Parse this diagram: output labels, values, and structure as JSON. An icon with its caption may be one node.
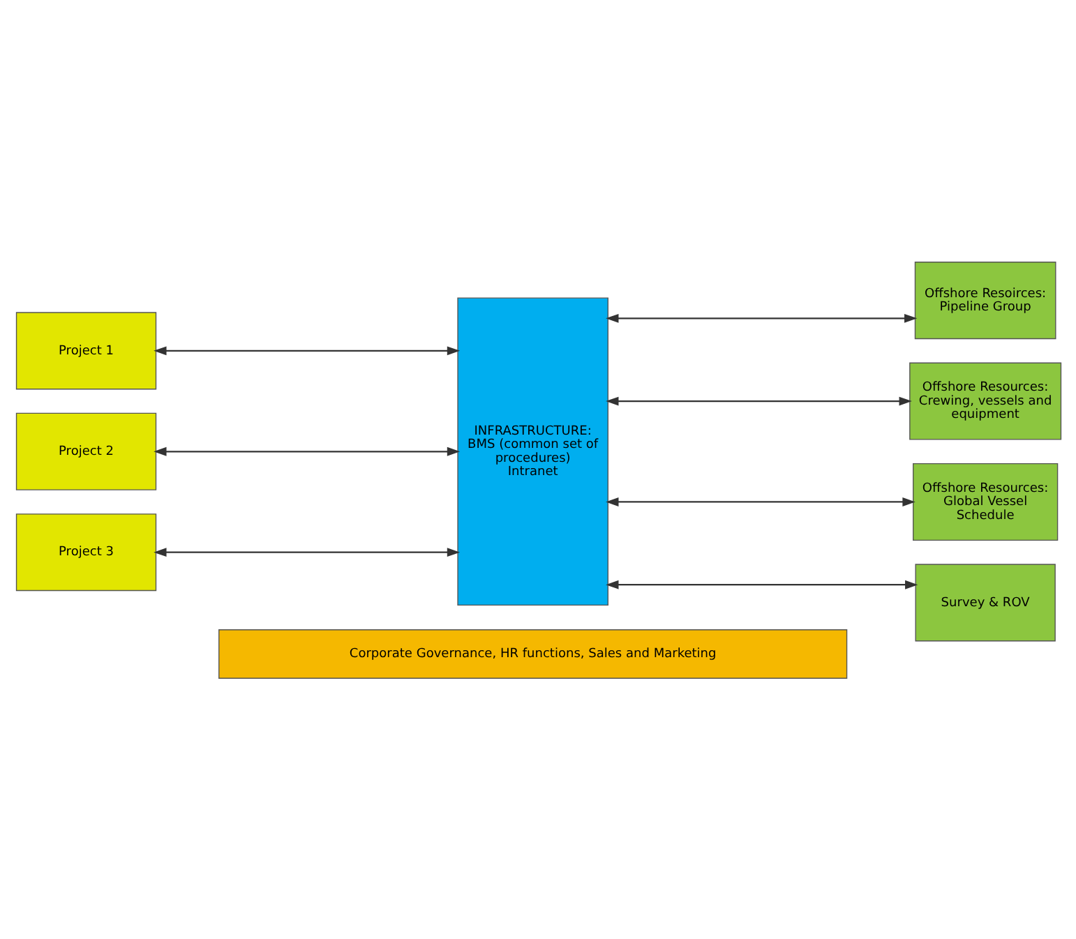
{
  "diagram": {
    "nodes": [
      {
        "text": [
          "Corporate Governance, HR functions, Sales and Marketing"
        ]
      },
      {
        "text": [
          "Project 1"
        ]
      },
      {
        "text": [
          "Project 2"
        ]
      },
      {
        "text": [
          "Project 3"
        ]
      },
      {
        "text": [
          "INFRASTRUCTURE: BMS (common set of procedures) Intranet"
        ]
      },
      {
        "text": [
          "Offshore Resoirces: Pipeline Group"
        ]
      },
      {
        "text": [
          "Offshore Resources: Crewing, vessels and equipment"
        ]
      },
      {
        "text": [
          "Offshore Resources: Global Vessel Schedule"
        ]
      },
      {
        "text": [
          "Survey & ROV"
        ]
      }
    ],
    "edges": [
      {
        "from": 1,
        "to": 4,
        "arrow": "both"
      },
      {
        "from": 2,
        "to": 4,
        "arrow": "both"
      },
      {
        "from": 3,
        "to": 4,
        "arrow": "both"
      },
      {
        "from": 4,
        "to": 5,
        "arrow": "both"
      },
      {
        "from": 4,
        "to": 6,
        "arrow": "both"
      },
      {
        "from": 4,
        "to": 7,
        "arrow": "both"
      },
      {
        "from": 4,
        "to": 8,
        "arrow": "both"
      }
    ]
  }
}
